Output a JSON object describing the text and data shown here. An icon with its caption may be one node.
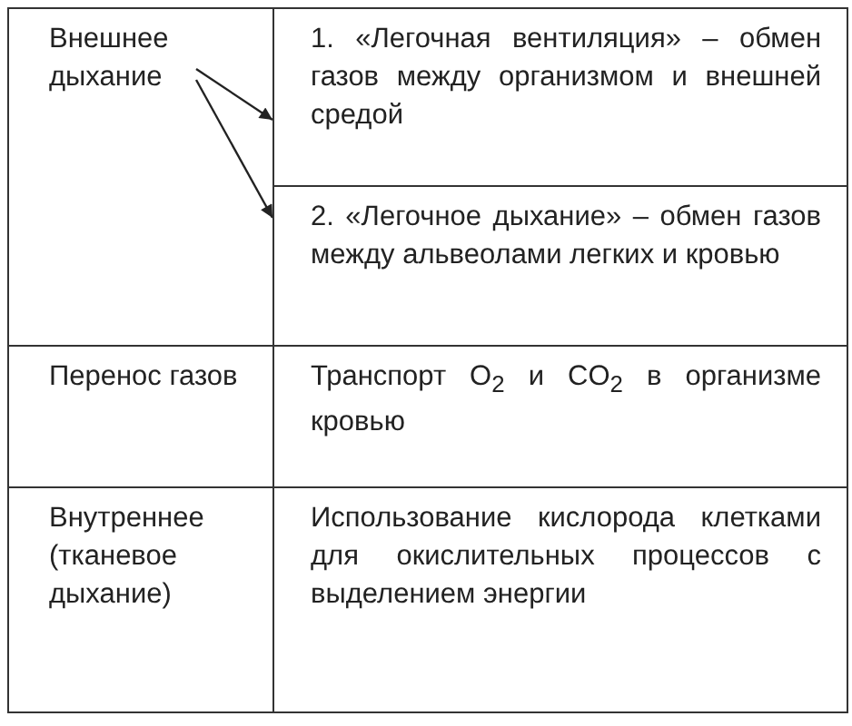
{
  "diagram": {
    "nodes": [
      {
        "text": [
          "Внешнее дыхание"
        ]
      },
      {
        "text": [
          "1. «Легочная вентиляция» – обмен газов между организмом и внешней средой"
        ]
      },
      {
        "text": [
          "2. «Легочное дыхание» – обмен газов между альвеолами легких и кровью"
        ]
      }
    ],
    "edges": [
      {
        "from": 0,
        "to": 1,
        "arrow": "to"
      },
      {
        "from": 0,
        "to": 2,
        "arrow": "to"
      }
    ],
    "labels": [
      "Перенос газов",
      "Транспорт O$_{2}$ и CO$_{2}$ в организме кровью",
      "Внутреннее (тканевое дыхание)",
      "Использование кислорода клетками для окислительных процессов с выделением энергии"
    ]
  }
}
